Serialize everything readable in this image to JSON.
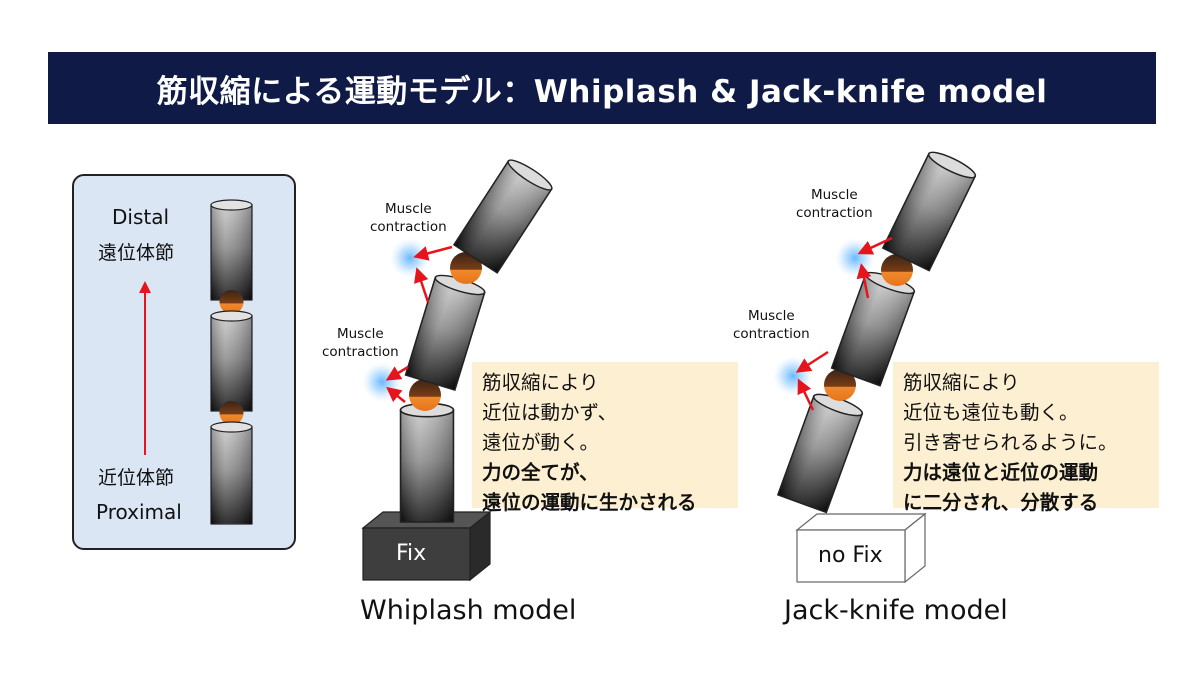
{
  "title": "筋収縮による運動モデル：Whiplash & Jack-knife model",
  "legend": {
    "distal_en": "Distal",
    "distal_jp": "遠位体節",
    "proximal_jp": "近位体節",
    "proximal_en": "Proximal"
  },
  "whiplash": {
    "muscle_upper": [
      "Muscle",
      "contraction"
    ],
    "muscle_lower": [
      "Muscle",
      "contraction"
    ],
    "note_lines": [
      {
        "text": "筋収縮により",
        "bold": false
      },
      {
        "text": "近位は動かず、",
        "bold": false
      },
      {
        "text": "遠位が動く。",
        "bold": false
      },
      {
        "text": "力の全てが、",
        "bold": true
      },
      {
        "text": "遠位の運動に生かされる",
        "bold": true
      }
    ],
    "base_label": "Fix",
    "model_label": "Whiplash model"
  },
  "jackknife": {
    "muscle_upper": [
      "Muscle",
      "contraction"
    ],
    "muscle_lower": [
      "Muscle",
      "contraction"
    ],
    "note_lines": [
      {
        "text": "筋収縮により",
        "bold": false
      },
      {
        "text": "近位も遠位も動く。",
        "bold": false
      },
      {
        "text": "引き寄せられるように。",
        "bold": false
      },
      {
        "text": "力は遠位と近位の運動",
        "bold": true
      },
      {
        "text": "に二分され、分散する",
        "bold": true
      }
    ],
    "base_label": "no Fix",
    "model_label": "Jack-knife model"
  },
  "colors": {
    "title_bg": "#0f1a47",
    "panel_bg": "#dbe6f4",
    "note_bg": "#fdf0d2",
    "arrow_red": "#e8141c",
    "joint_orange": "#f08a2c",
    "glow_blue": "#5fb4ff"
  }
}
